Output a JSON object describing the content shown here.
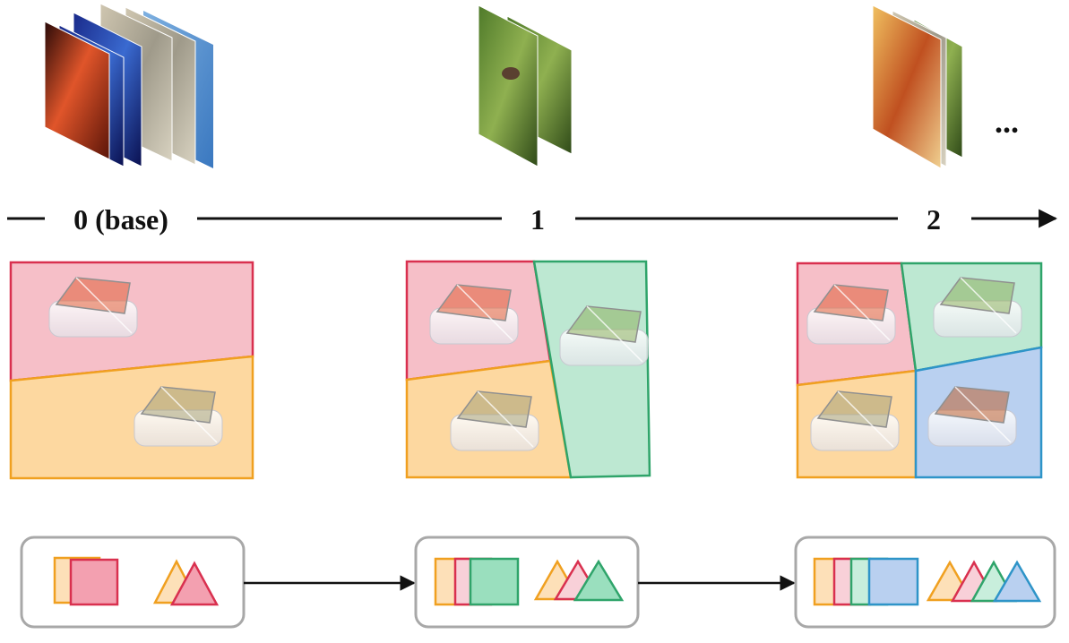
{
  "timeline": {
    "stages": [
      {
        "label": "0 (base)"
      },
      {
        "label": "1"
      },
      {
        "label": "2"
      }
    ],
    "continuation": "..."
  },
  "colors": {
    "red": "#d9304f",
    "red_fill": "#f6bfc8",
    "orange": "#f0a020",
    "orange_fill": "#fdd8a0",
    "green": "#2fa46a",
    "green_fill": "#bde8d2",
    "blue": "#2e94c8",
    "blue_fill": "#b9d0f0",
    "panel_border": "#a8a8a8"
  },
  "icons": [
    "image-stack-icon",
    "data-cube-icon",
    "square-prototype-icon",
    "triangle-prototype-icon"
  ]
}
